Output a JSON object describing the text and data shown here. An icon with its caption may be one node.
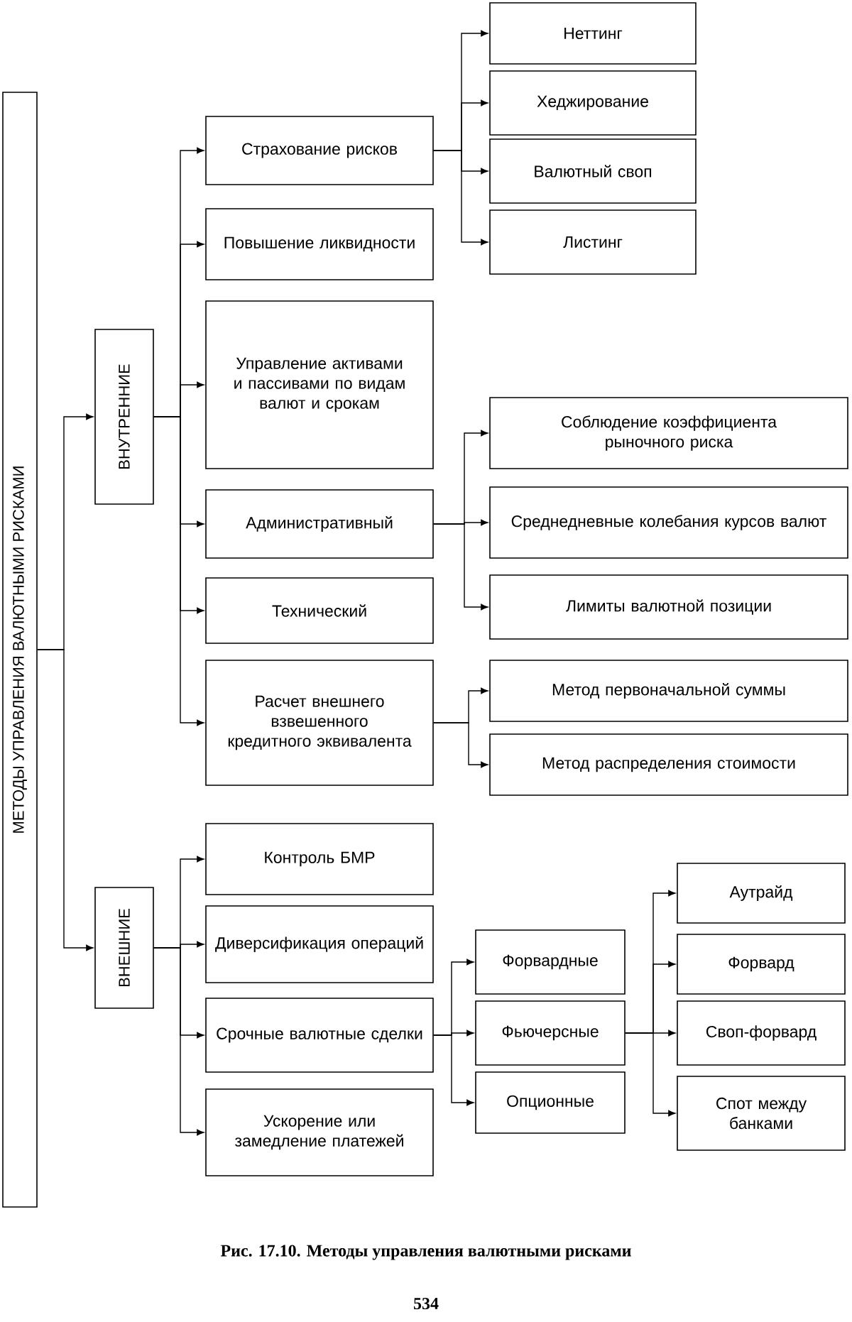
{
  "diagram": {
    "caption": "Рис. 17.10. Методы управления валютными рисками",
    "nodes": [
      {
        "text": [
          "МЕТОДЫ УПРАВЛЕНИЯ ВАЛЮТНЫМИ РИСКАМИ"
        ]
      },
      {
        "text": [
          "ВНУТРЕННИЕ"
        ]
      },
      {
        "text": [
          "ВНЕШНИЕ"
        ]
      },
      {
        "text": [
          "Страхование рисков"
        ]
      },
      {
        "text": [
          "Повышение ликвидности"
        ]
      },
      {
        "text": [
          "Управление активами и пассивами по видам валют и срокам"
        ]
      },
      {
        "text": [
          "Административный"
        ]
      },
      {
        "text": [
          "Технический"
        ]
      },
      {
        "text": [
          "Расчет внешнего взвешенного кредитного эквивалента"
        ]
      },
      {
        "text": [
          "Неттинг"
        ]
      },
      {
        "text": [
          "Хеджирование"
        ]
      },
      {
        "text": [
          "Валютный своп"
        ]
      },
      {
        "text": [
          "Листинг"
        ]
      },
      {
        "text": [
          "Соблюдение коэффициента рыночного риска"
        ]
      },
      {
        "text": [
          "Среднедневные колебания курсов валют"
        ]
      },
      {
        "text": [
          "Лимиты валютной позиции"
        ]
      },
      {
        "text": [
          "Метод первоначальной суммы"
        ]
      },
      {
        "text": [
          "Метод распределения стоимости"
        ]
      },
      {
        "text": [
          "Контроль БМР"
        ]
      },
      {
        "text": [
          "Диверсификация операций"
        ]
      },
      {
        "text": [
          "Срочные валютные сделки"
        ]
      },
      {
        "text": [
          "Ускорение или замедление платежей"
        ]
      },
      {
        "text": [
          "Форвардные"
        ]
      },
      {
        "text": [
          "Фьючерсные"
        ]
      },
      {
        "text": [
          "Опционные"
        ]
      },
      {
        "text": [
          "Аутрайд"
        ]
      },
      {
        "text": [
          "Форвард"
        ]
      },
      {
        "text": [
          "Своп-форвард"
        ]
      },
      {
        "text": [
          "Спот между банками"
        ]
      }
    ],
    "edges": [
      {
        "from": 0,
        "to": 1,
        "arrow": "to"
      },
      {
        "from": 0,
        "to": 2,
        "arrow": "to"
      },
      {
        "from": 1,
        "to": 3,
        "arrow": "to"
      },
      {
        "from": 1,
        "to": 4,
        "arrow": "to"
      },
      {
        "from": 1,
        "to": 5,
        "arrow": "to"
      },
      {
        "from": 1,
        "to": 6,
        "arrow": "to"
      },
      {
        "from": 1,
        "to": 7,
        "arrow": "to"
      },
      {
        "from": 1,
        "to": 8,
        "arrow": "to"
      },
      {
        "from": 3,
        "to": 9,
        "arrow": "to"
      },
      {
        "from": 3,
        "to": 10,
        "arrow": "to"
      },
      {
        "from": 3,
        "to": 11,
        "arrow": "to"
      },
      {
        "from": 3,
        "to": 12,
        "arrow": "to"
      },
      {
        "from": 6,
        "to": 13,
        "arrow": "to"
      },
      {
        "from": 6,
        "to": 14,
        "arrow": "to"
      },
      {
        "from": 6,
        "to": 15,
        "arrow": "to"
      },
      {
        "from": 8,
        "to": 16,
        "arrow": "to"
      },
      {
        "from": 8,
        "to": 17,
        "arrow": "to"
      },
      {
        "from": 2,
        "to": 18,
        "arrow": "to"
      },
      {
        "from": 2,
        "to": 19,
        "arrow": "to"
      },
      {
        "from": 2,
        "to": 20,
        "arrow": "to"
      },
      {
        "from": 2,
        "to": 21,
        "arrow": "to"
      },
      {
        "from": 20,
        "to": 22,
        "arrow": "to"
      },
      {
        "from": 20,
        "to": 23,
        "arrow": "to"
      },
      {
        "from": 20,
        "to": 24,
        "arrow": "to"
      },
      {
        "from": 23,
        "to": 25,
        "arrow": "to"
      },
      {
        "from": 23,
        "to": 26,
        "arrow": "to"
      },
      {
        "from": 23,
        "to": 27,
        "arrow": "to"
      },
      {
        "from": 23,
        "to": 28,
        "arrow": "to"
      }
    ],
    "labels": [
      "534"
    ]
  }
}
